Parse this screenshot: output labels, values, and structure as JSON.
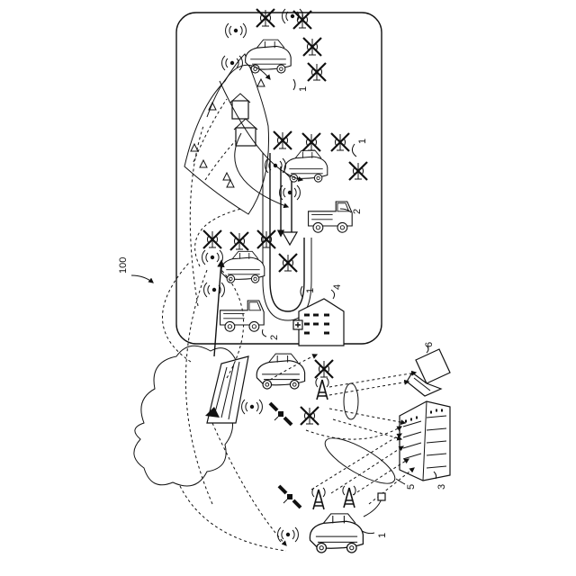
{
  "labels": {
    "system": "100",
    "car_top": "1",
    "car_mid": "1",
    "car_ramp": "1",
    "car_bottom": "1",
    "vehicle_2a": "2",
    "vehicle_2b": "2",
    "datacenter": "3",
    "hospital": "4",
    "beam": "5",
    "laptop": "6"
  }
}
